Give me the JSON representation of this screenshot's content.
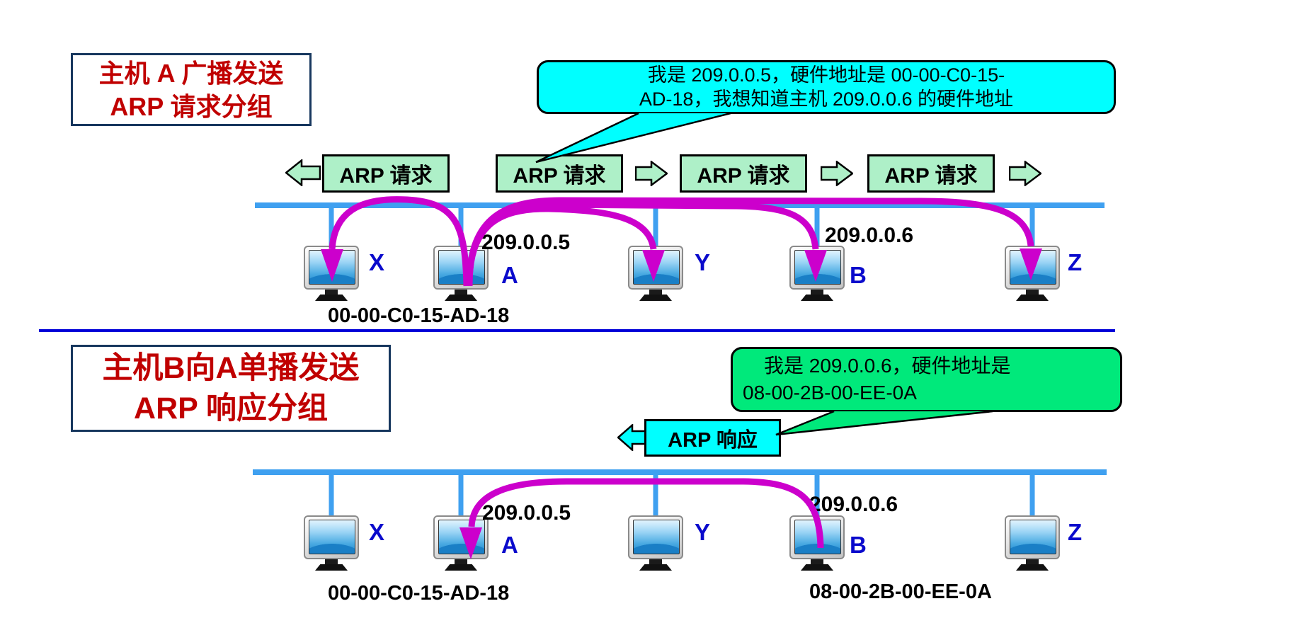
{
  "colors": {
    "title_text_red": "#C00000",
    "title_border_navy": "#17375E",
    "request_bubble_cyan": "#00FFFF",
    "reply_bubble_green": "#00E97B",
    "packet_box_mint": "#AEF0C8",
    "reply_box_cyan": "#00FFFF",
    "bus_blue": "#3FA0F0",
    "divider_blue": "#0000D8",
    "broadcast_arrow_magenta": "#CC00CC",
    "host_label_blue": "#0A0ACC"
  },
  "hosts": [
    {
      "label": "X"
    },
    {
      "label": "A"
    },
    {
      "label": "Y"
    },
    {
      "label": "B"
    },
    {
      "label": "Z"
    }
  ],
  "section_request": {
    "title_line1": "主机 A 广播发送",
    "title_line2": "ARP 请求分组",
    "bubble_line1": "我是 209.0.0.5，硬件地址是 00-00-C0-15-",
    "bubble_line2": "AD-18，我想知道主机 209.0.0.6 的硬件地址",
    "packet_label": "ARP 请求",
    "ip_host_a": "209.0.0.5",
    "ip_host_b": "209.0.0.6",
    "mac_host_a": "00-00-C0-15-AD-18"
  },
  "section_reply": {
    "title_line1": "主机B向A单播发送",
    "title_line2": "ARP 响应分组",
    "bubble_line1": "我是 209.0.0.6，硬件地址是",
    "bubble_line2": "08-00-2B-00-EE-0A",
    "packet_label": "ARP 响应",
    "ip_host_a": "209.0.0.5",
    "ip_host_b": "209.0.0.6",
    "mac_host_a": "00-00-C0-15-AD-18",
    "mac_host_b": "08-00-2B-00-EE-0A"
  }
}
